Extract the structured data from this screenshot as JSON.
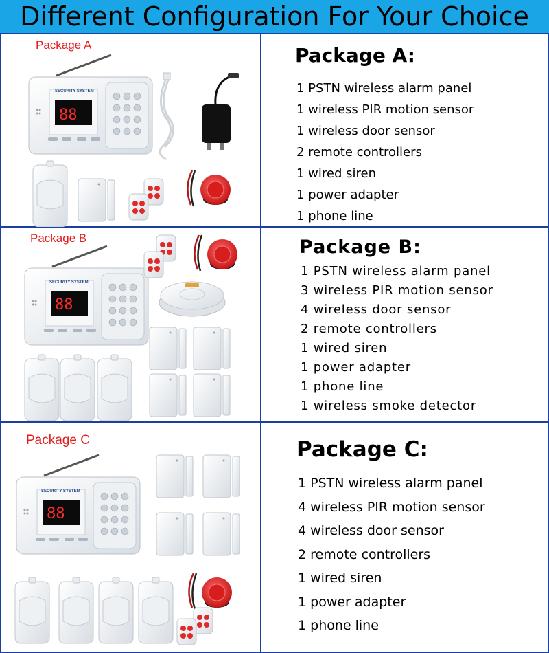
{
  "banner": {
    "title": "Different Configuration For Your Choice"
  },
  "device_text": "SECURITY SYSTEM",
  "display_digits": "88",
  "packages": [
    {
      "tag": "Package  A",
      "heading": "Package A:",
      "items": [
        "1 PSTN wireless alarm panel",
        "1 wireless PIR motion sensor",
        "1 wireless door sensor",
        "2 remote controllers",
        "1 wired siren",
        "1 power adapter",
        "1 phone line"
      ]
    },
    {
      "tag": "Package B",
      "heading": "Package B:",
      "items": [
        "1 PSTN wireless alarm panel",
        "3 wireless PIR motion sensor",
        "4 wireless door sensor",
        "2 remote controllers",
        "1 wired siren",
        "1 power adapter",
        "1 phone line",
        "1 wireless smoke detector"
      ]
    },
    {
      "tag": "Package C",
      "heading": "Package C:",
      "items": [
        "1 PSTN wireless alarm panel",
        "4 wireless PIR motion sensor",
        "4 wireless door sensor",
        "2 remote controllers",
        "1 wired siren",
        "1 power adapter",
        "1 phone line"
      ]
    }
  ],
  "colors": {
    "banner": "#1aa6e6",
    "border": "#1a3f9e",
    "tag": "#e21d1d",
    "siren": "#e02a2a"
  }
}
